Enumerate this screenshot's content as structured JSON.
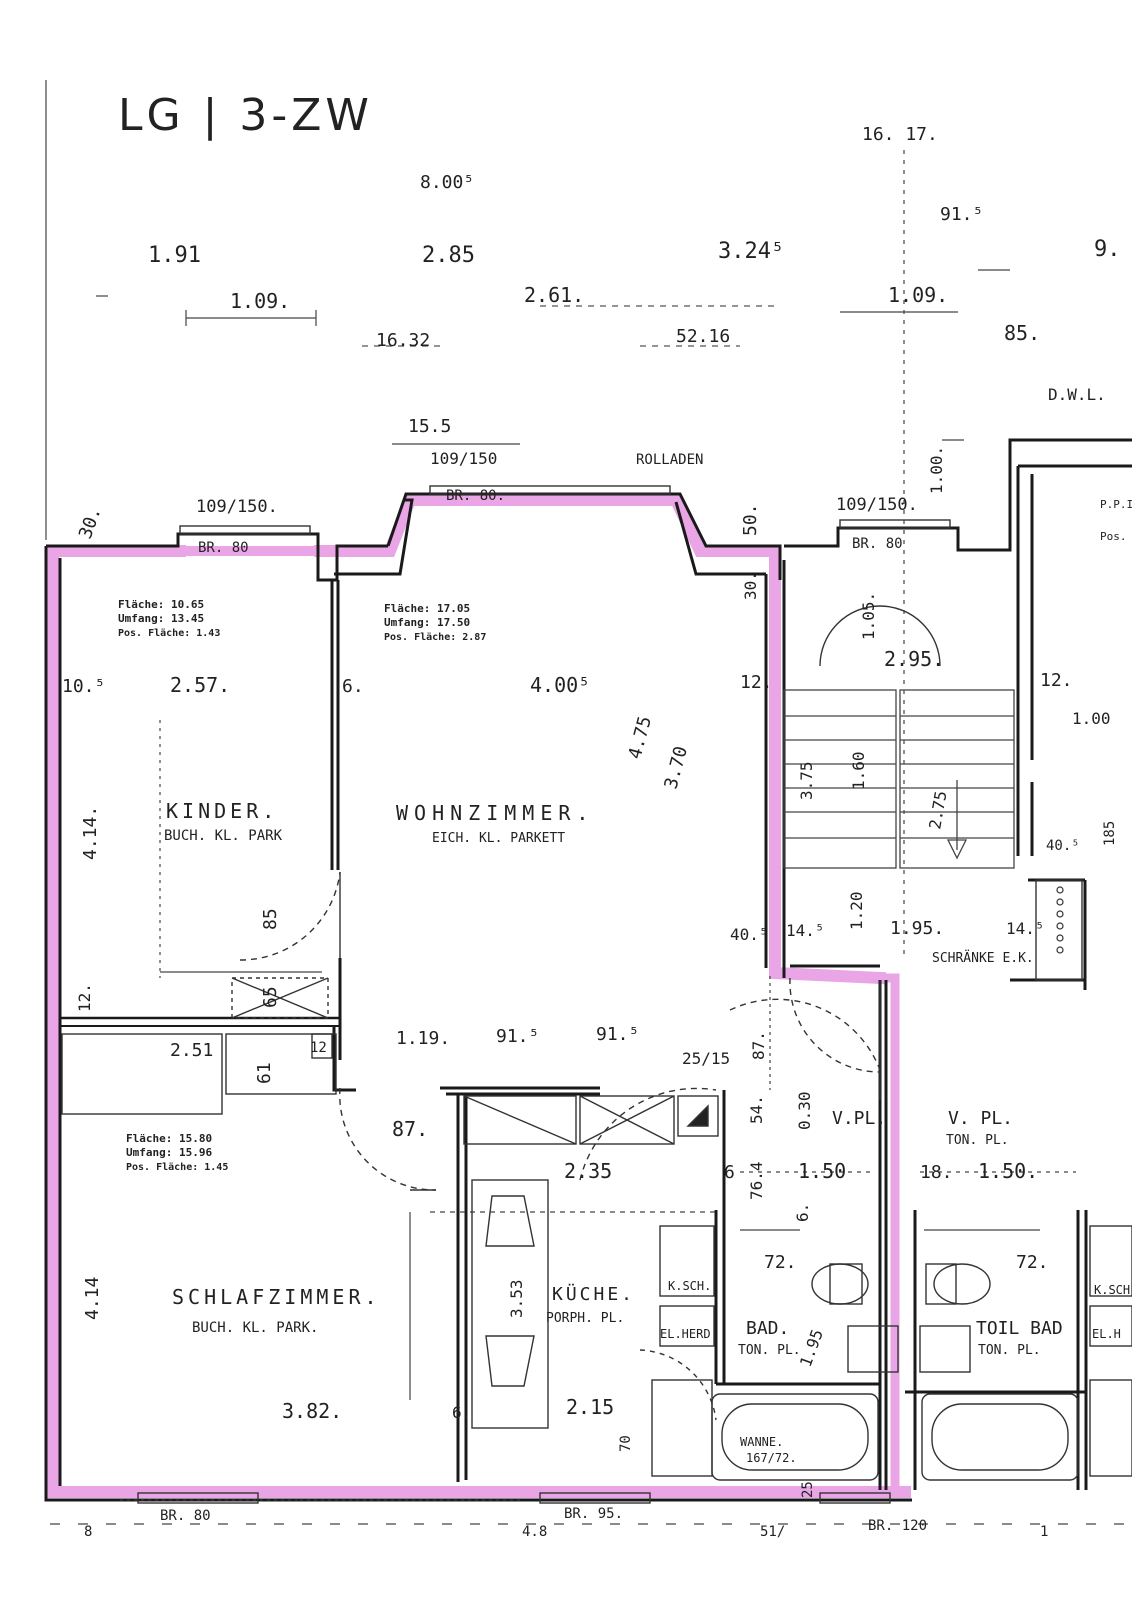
{
  "drawing": {
    "title": "LG | 3-ZW",
    "highlight_color": "#e9a5e6",
    "wall_color": "#1a1a1a"
  },
  "rooms": {
    "kinder": {
      "name": "KINDER.",
      "floor": "BUCH. KL. PARK",
      "area_line": "Fläche:  10.65",
      "perimeter_line": "Umfang: 13.45",
      "pos_area_line": "Pos. Fläche: 1.43"
    },
    "wohnzimmer": {
      "name": "WOHNZIMMER.",
      "floor": "EICH. KL. PARKETT",
      "area_line": "Fläche:  17.05",
      "perimeter_line": "Umfang: 17.50",
      "pos_area_line": "Pos. Fläche: 2.87"
    },
    "schlafzimmer": {
      "name": "SCHLAFZIMMER.",
      "floor": "BUCH. KL. PARK.",
      "area_line": "Fläche:  15.80",
      "perimeter_line": "Umfang: 15.96",
      "pos_area_line": "Pos. Fläche: 1.45"
    },
    "kueche": {
      "name": "KÜCHE.",
      "floor": "PORPH. PL."
    },
    "bad": {
      "name": "BAD.",
      "floor": "TON. PL."
    },
    "toil_bad": {
      "name": "TOIL BAD",
      "floor": "TON. PL."
    },
    "vorplatz_left": {
      "name": "V.PL."
    },
    "vorplatz_right": {
      "name": "V. PL.",
      "floor": "TON. PL."
    },
    "schrank_ezk": {
      "name": "SCHRÄNKE  E.K."
    },
    "wanne": {
      "name": "WANNE.",
      "size": "167/72."
    }
  },
  "labels": {
    "rolladen": "ROLLADEN",
    "dwl": "D.W.L.",
    "kuech_schrank": "K.SCH.",
    "el_herd": "EL.HERD",
    "ksch_right": "K.SCH",
    "el_right": "EL.H",
    "ppt_left": "P.P.I",
    "ppt_right": "Pos."
  },
  "dimensions": {
    "top_total": "8.00⁵",
    "d_191": "1.91",
    "d_285": "2.85",
    "d_3245": "3.24⁵",
    "d_261": "2.61.",
    "d_109a": "1.09.",
    "d_109b": "1.09.",
    "d_1632": "16.32",
    "d_5216": "52.16",
    "d_16_17": "16. 17.",
    "d_915": "91.⁵",
    "d_85b": "85.",
    "d_9": "9.",
    "d_155": "15.5",
    "d_win_top": "109/150",
    "d_br80_a": "BR. 80.",
    "d_br80_b": "BR. 80",
    "d_br80_c": "BR. 80",
    "d_br80_d": "BR. 80",
    "d_br95": "BR. 95.",
    "d_br120": "BR. 120",
    "d_win_left": "109/150.",
    "d_win_right": "109/150.",
    "d_30_top": "30.",
    "d_50_top": "50.",
    "d_30_wall": "30.",
    "d_100": "1.00.",
    "d_105": "1.05.",
    "d_295": "2.95.",
    "d_12_a": "12.",
    "d_12_b": "12.",
    "d_100_right": "1.00",
    "d_395_left": "3.75",
    "d_160": "1.60",
    "d_275": "2.75",
    "d_405": "40.⁵",
    "d_185_right": "185",
    "d_195": "1.95.",
    "d_145a": "14.⁵",
    "d_145b": "14.⁵",
    "d_120": "1.20",
    "d_405b": "40.⁵",
    "d_105_left": "10.⁵",
    "d_257": "2.57.",
    "d_6_kinder": "6.",
    "d_400": "4.00⁵",
    "d_475": "4.75",
    "d_370": "3.70",
    "d_414a": "4.14.",
    "d_85": "85",
    "d_65": "65",
    "d_12_bottom": "12.",
    "d_251": "2.51",
    "d_61": "61",
    "d_12_c": "12",
    "d_119": "1.19.",
    "d_915a": "91.⁵",
    "d_915b": "91.⁵",
    "d_25_15": "25/15",
    "d_87a": "87.",
    "d_87b": "87.",
    "d_54": "54.",
    "d_030": "0.30",
    "d_150a": "1.50",
    "d_150b": "1.50.",
    "d_18": "18.",
    "d_235": "2.35",
    "d_6a": "6",
    "d_76": "76.4",
    "d_6b": "6.",
    "d_72a": "72.",
    "d_72b": "72.",
    "d_414b": "4.14",
    "d_382": "3.82.",
    "d_353": "3.53",
    "d_215": "2.15",
    "d_6c": "6.",
    "d_70": "70",
    "d_195b": "1.95",
    "d_25_bottom": "25",
    "d_eight": "8",
    "d_48": "4.8",
    "d_51": "51/",
    "d_1": "1"
  }
}
